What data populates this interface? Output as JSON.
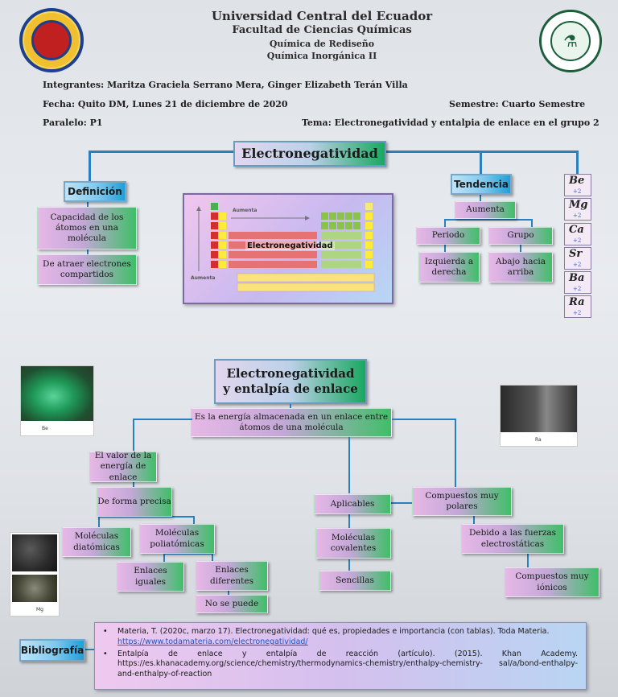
{
  "header": {
    "university": "Universidad Central del Ecuador",
    "faculty": "Facultad de Ciencias Químicas",
    "course1": "Química de Rediseño",
    "course2": "Química Inorgánica II",
    "members": "Integrantes: Maritza Graciela  Serrano Mera, Ginger Elizabeth Terán Villa",
    "date": "Fecha: Quito DM, Lunes 21 de diciembre de 2020",
    "semester": "Semestre: Cuarto  Semestre",
    "parallel": "Paralelo: P1",
    "topic": "Tema: Electronegatividad y entalpia de enlace en el grupo 2"
  },
  "map1": {
    "title": "Electronegatividad",
    "definition_title": "Definición",
    "definition_1": "Capacidad de los átomos en una molécula",
    "definition_2": "De atraer electrones compartidos",
    "table_label": "Electronegatividad",
    "table_arrow_top": "Aumenta",
    "table_arrow_left": "Aumenta",
    "trend_title": "Tendencia",
    "trend_increases": "Aumenta",
    "period": "Periodo",
    "group": "Grupo",
    "period_dir": "Izquierda a derecha",
    "group_dir": "Abajo hacia arriba",
    "elements": [
      {
        "symbol": "Be",
        "number": "+2"
      },
      {
        "symbol": "Mg",
        "number": "+2"
      },
      {
        "symbol": "Ca",
        "number": "+2"
      },
      {
        "symbol": "Sr",
        "number": "+2"
      },
      {
        "symbol": "Ba",
        "number": "+2"
      },
      {
        "symbol": "Ra",
        "number": "+2"
      }
    ]
  },
  "map2": {
    "title_line1": "Electronegatividad",
    "title_line2": "y entalpía de enlace",
    "definition": "Es la energía almacenada en un enlace entre átomos de una molécula",
    "value": "El valor de la energía de enlace",
    "precise": "De forma precisa",
    "diatomic": "Moléculas diatómicas",
    "polyatomic": "Moléculas poliatómicas",
    "equal": "Enlaces iguales",
    "different": "Enlaces diferentes",
    "cannot": "No se puede",
    "applicable": "Aplicables",
    "covalent": "Moléculas covalentes",
    "simple": "Sencillas",
    "polar": "Compuestos muy polares",
    "electrostatic": "Debido a las fuerzas electrostáticas",
    "ionic": "Compuestos muy iónicos"
  },
  "photos": {
    "be_caption": "Be",
    "ra_caption": "Ra",
    "mg_caption": "Mg"
  },
  "bibliography": {
    "title": "Bibliografía",
    "ref1_text": "Materia, T. (2020c, marzo 17). Electronegatividad: qué es, propiedades e importancia (con tablas). Toda Materia.",
    "ref1_link": "https://www.todamateria.com/electronegatividad/",
    "ref2_text": "Entalpía de enlace y entalpía de reacción (artículo). (2015). Khan Academy. https://es.khanacademy.org/science/chemistry/thermodynamics-chemistry/enthalpy-chemistry- sal/a/bond-enthalpy-and-enthalpy-of-reaction"
  },
  "colors": {
    "connector": "#2a7fbe",
    "node_pink": "#e6b8e6",
    "node_green": "#3fbf68",
    "title_blue": "#1f9fd8"
  }
}
